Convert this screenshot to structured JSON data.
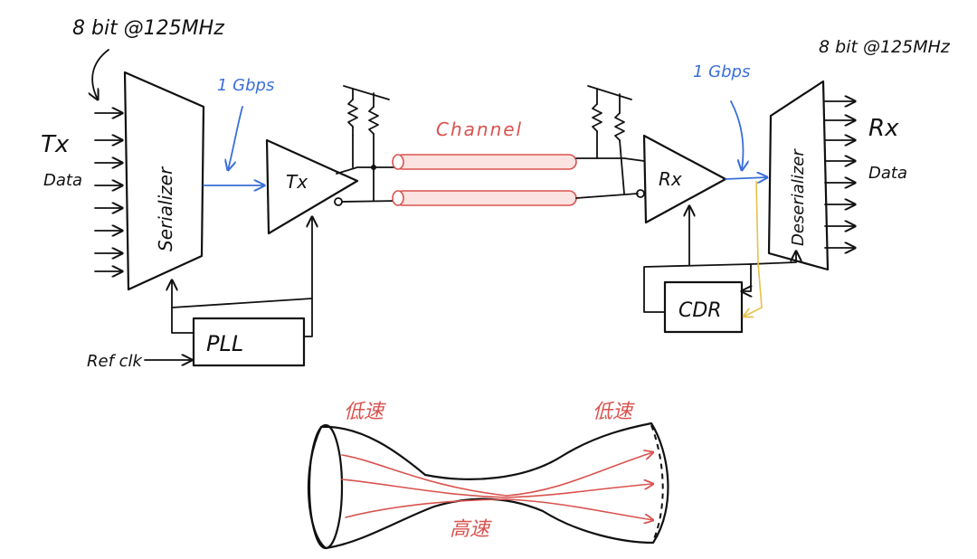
{
  "labels": {
    "tx_input_rate": "8 bit @125MHz",
    "tx_data": "Tx",
    "tx_data2": "Data",
    "serializer": "Serializer",
    "rate_tx": "1 Gbps",
    "tx": "Tx",
    "channel": "Channel",
    "rate_rx": "1 Gbps",
    "rx": "Rx",
    "deserializer": "Deserializer",
    "rx_output_rate": "8 bit @125MHz",
    "rx_data": "Rx",
    "rx_data2": "Data",
    "pll": "PLL",
    "refclk": "Ref clk",
    "cdr": "CDR",
    "low_speed_left": "低速",
    "low_speed_right": "低速",
    "high_speed": "高速"
  },
  "colors": {
    "ink": "#111111",
    "blue": "#3a6fd8",
    "red": "#d9534f",
    "yellow": "#e6c14a"
  }
}
